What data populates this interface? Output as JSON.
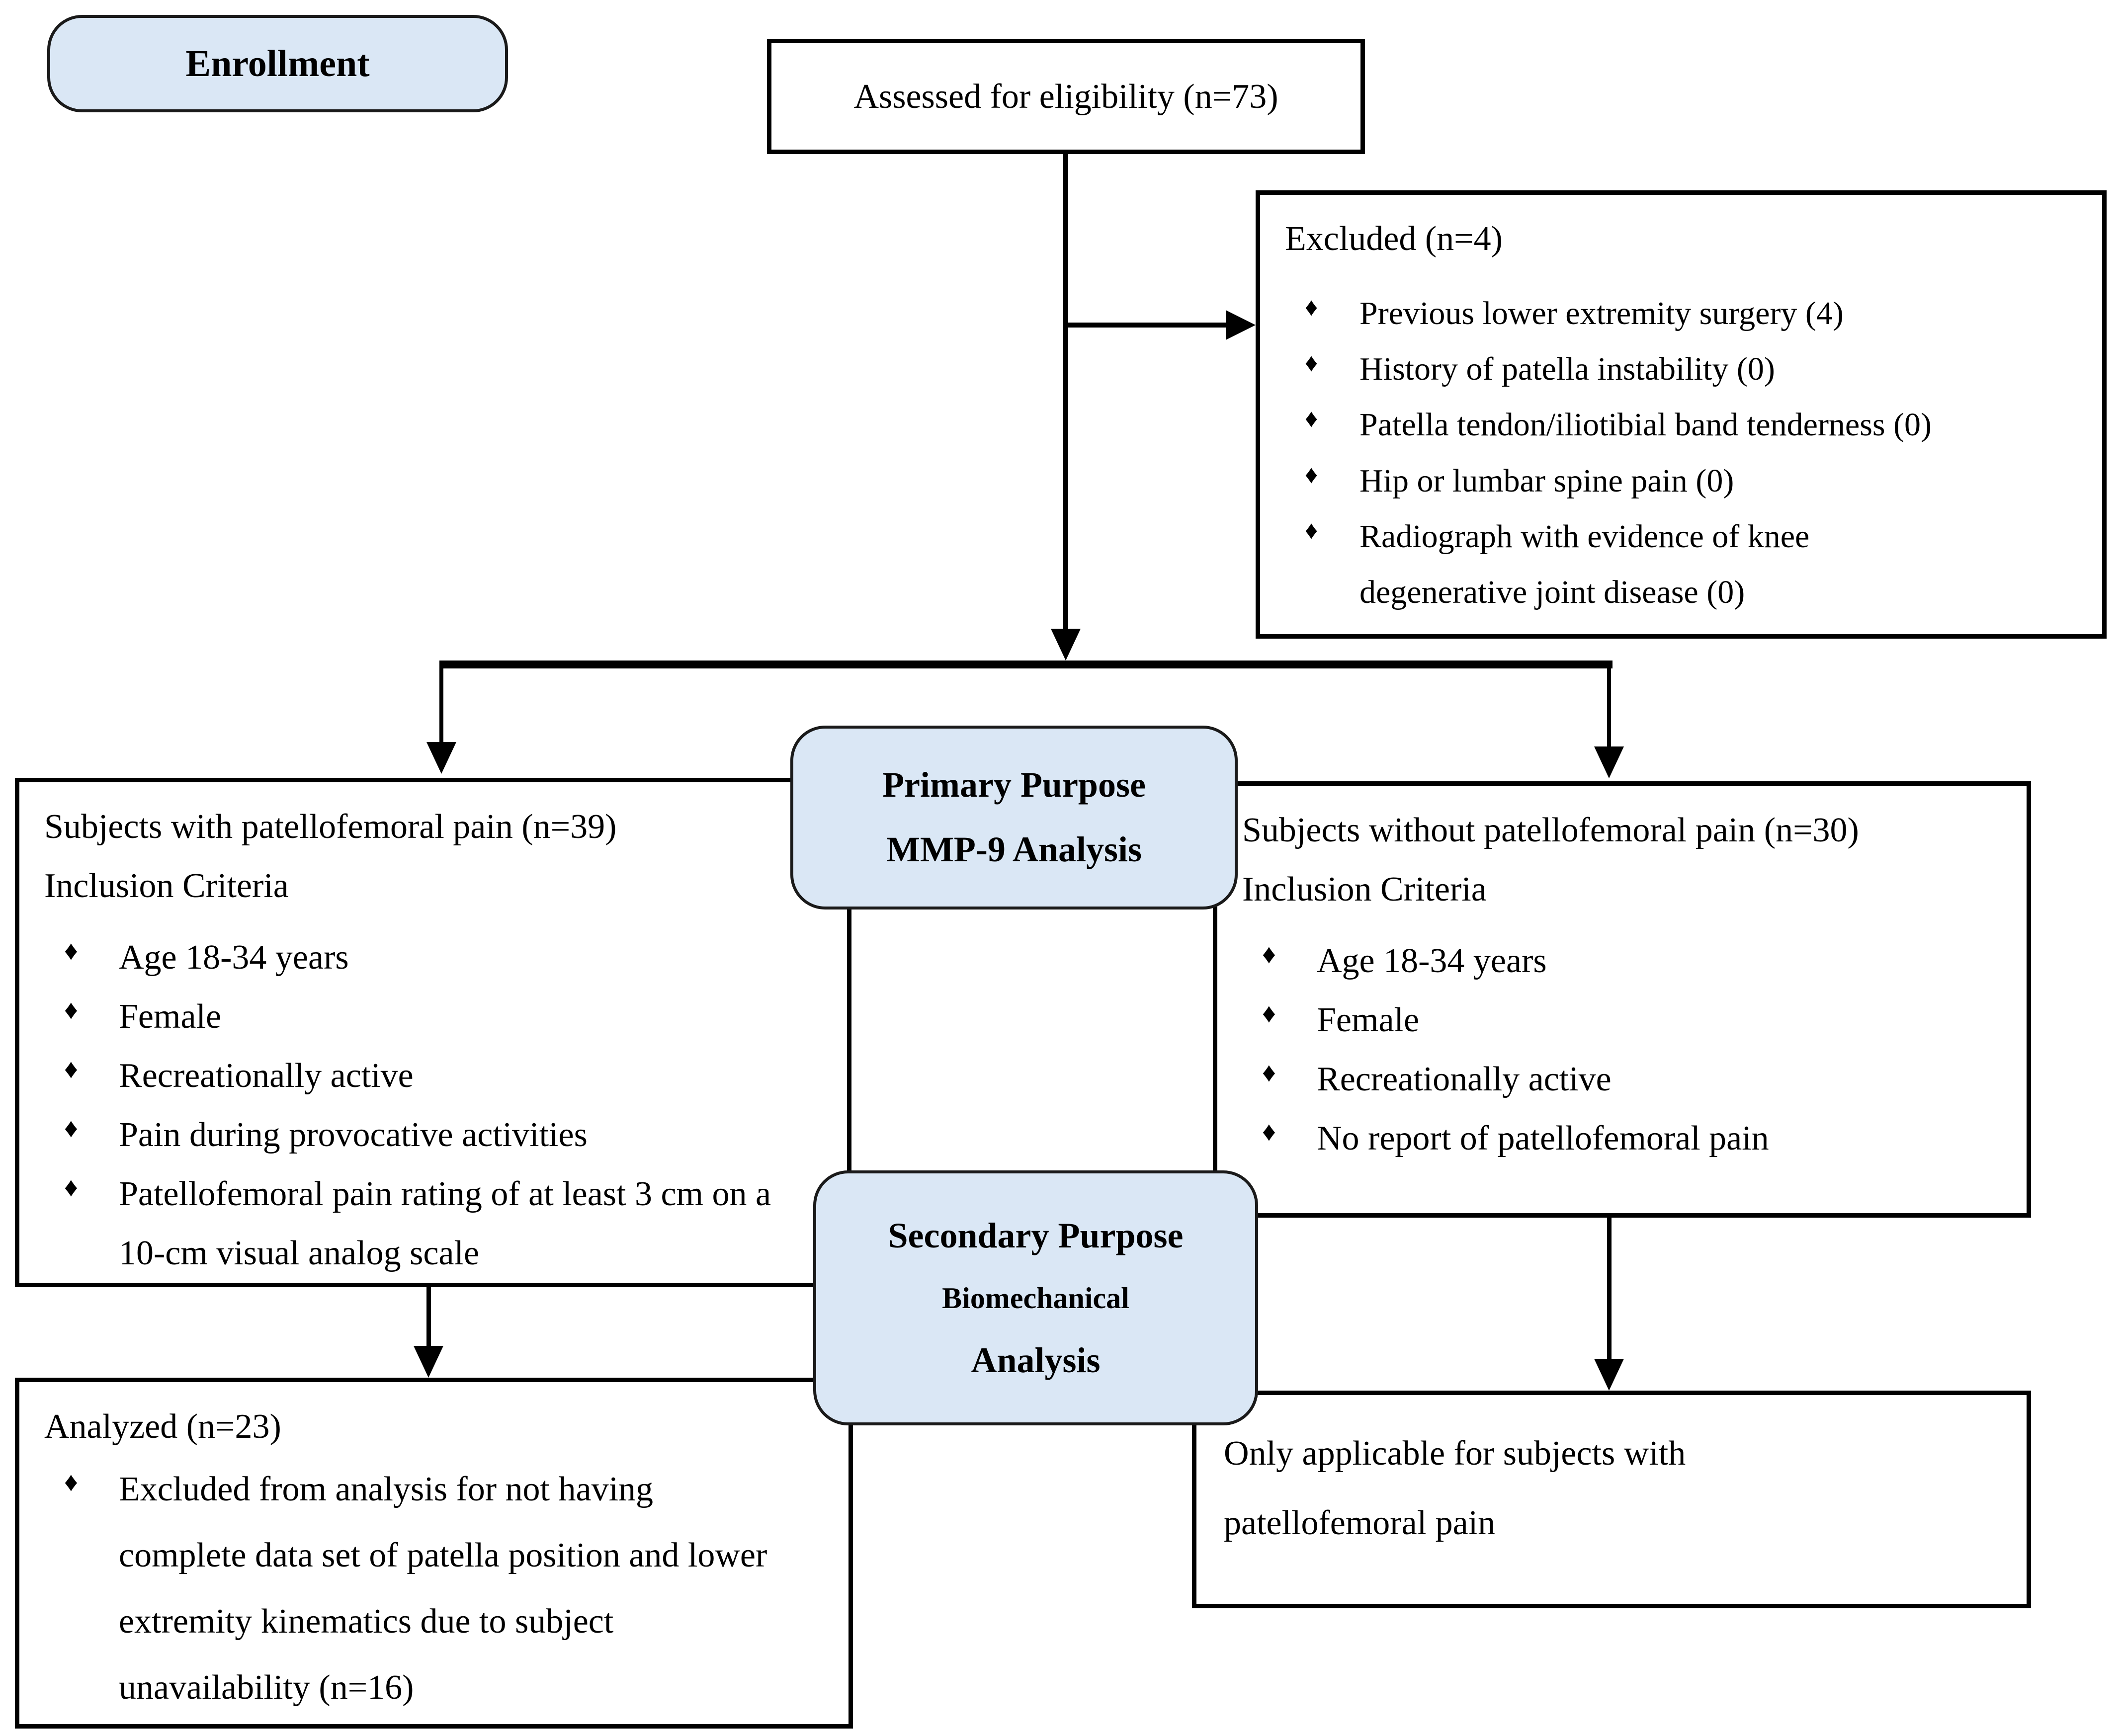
{
  "colors": {
    "background": "#ffffff",
    "blue_box_fill": "#dae7f5",
    "line_color": "#000000"
  },
  "glyphs": {
    "diamond_bullet": "♦"
  },
  "enrollment": {
    "label": "Enrollment"
  },
  "assessed": {
    "text": "Assessed for eligibility (n=73)"
  },
  "excluded": {
    "title": "Excluded (n=4)",
    "items": [
      "Previous lower extremity surgery (4)",
      "History of patella instability (0)",
      "Patella tendon/iliotibial band tenderness (0)",
      "Hip or lumbar spine pain (0)",
      "Radiograph with evidence of knee degenerative joint disease (0)"
    ]
  },
  "primary_purpose": {
    "line1": "Primary Purpose",
    "line2": "MMP-9 Analysis"
  },
  "secondary_purpose": {
    "line1": "Secondary Purpose",
    "line2": "Biomechanical",
    "line3": "Analysis"
  },
  "with_pain": {
    "title": "Subjects with patellofemoral pain (n=39)",
    "subtitle": "Inclusion Criteria",
    "items": [
      "Age 18-34 years",
      "Female",
      "Recreationally active",
      "Pain during provocative activities",
      "Patellofemoral pain rating of at least 3 cm on a 10-cm visual analog scale"
    ]
  },
  "without_pain": {
    "title": "Subjects without patellofemoral pain (n=30)",
    "subtitle": "Inclusion Criteria",
    "items": [
      "Age 18-34 years",
      "Female",
      "Recreationally active",
      "No report of patellofemoral pain"
    ]
  },
  "analyzed": {
    "title": "Analyzed (n=23)",
    "items": [
      "Excluded from analysis for not having complete data set of patella position and lower extremity kinematics due to subject unavailability (n=16)"
    ]
  },
  "only_applicable": {
    "text": "Only applicable for subjects with patellofemoral pain"
  }
}
